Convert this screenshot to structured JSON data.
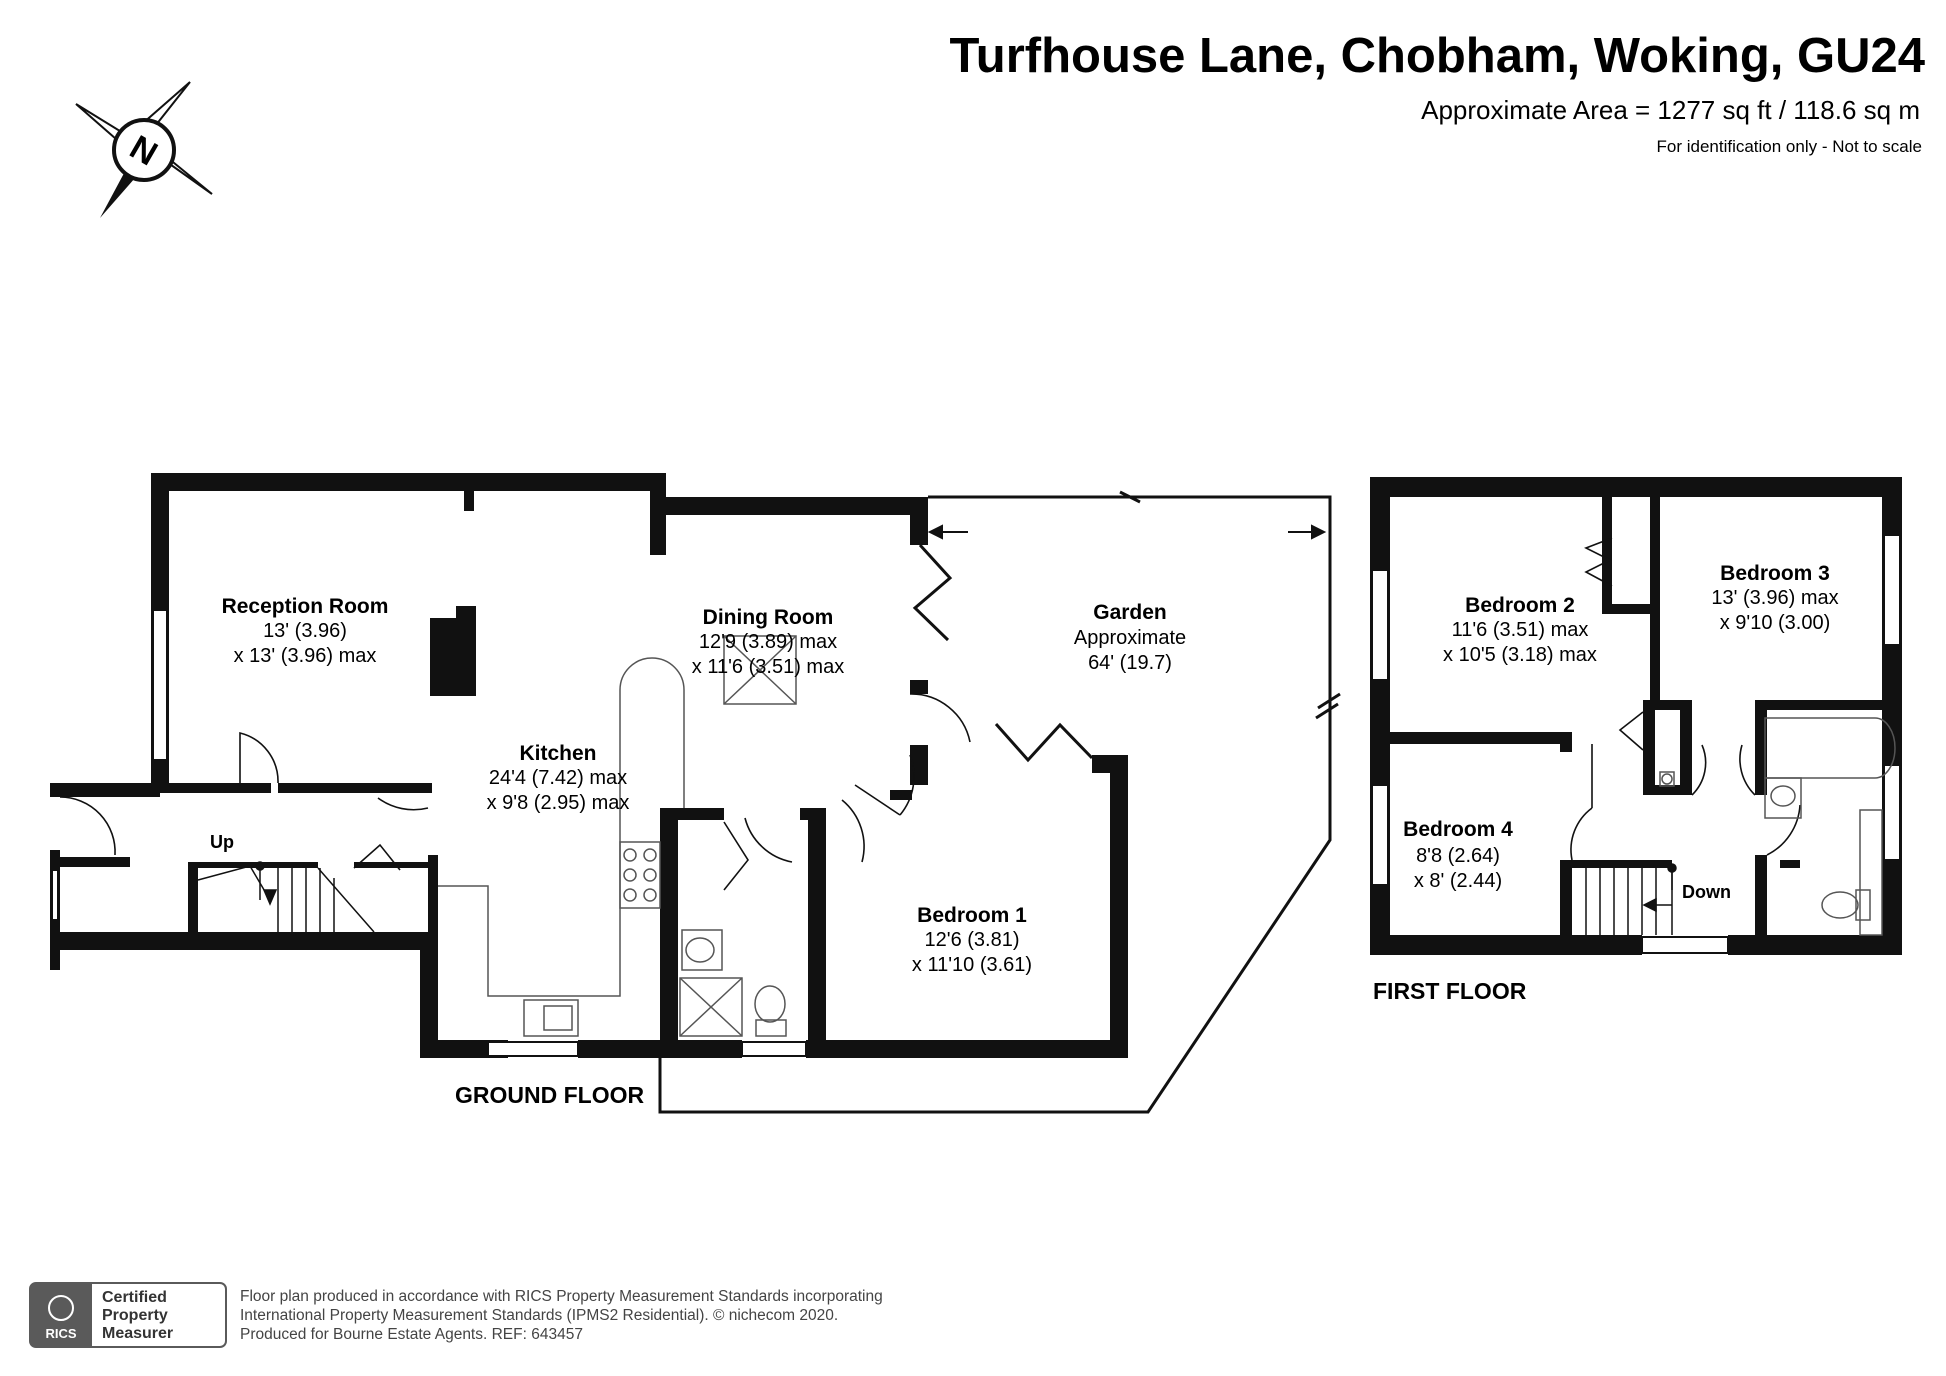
{
  "header": {
    "title": "Turfhouse Lane, Chobham, Woking, GU24",
    "area": "Approximate Area = 1277 sq ft / 118.6 sq m",
    "disclaimer": "For identification only - Not to scale"
  },
  "compass": {
    "label": "N",
    "icon": "compass-icon"
  },
  "ground_floor": {
    "label": "GROUND FLOOR",
    "rooms": [
      {
        "name": "Reception Room",
        "dim1": "13' (3.96)",
        "dim2": "x 13' (3.96) max"
      },
      {
        "name": "Dining Room",
        "dim1": "12'9 (3.89) max",
        "dim2": "x 11'6 (3.51) max"
      },
      {
        "name": "Garden",
        "dim1": "Approximate",
        "dim2": "64' (19.7)"
      },
      {
        "name": "Kitchen",
        "dim1": "24'4 (7.42) max",
        "dim2": "x 9'8 (2.95) max"
      },
      {
        "name": "Bedroom 1",
        "dim1": "12'6 (3.81)",
        "dim2": "x 11'10 (3.61)"
      }
    ],
    "stairs_label": "Up"
  },
  "first_floor": {
    "label": "FIRST FLOOR",
    "rooms": [
      {
        "name": "Bedroom 2",
        "dim1": "11'6 (3.51) max",
        "dim2": "x 10'5 (3.18) max"
      },
      {
        "name": "Bedroom 3",
        "dim1": "13' (3.96) max",
        "dim2": "x 9'10 (3.00)"
      },
      {
        "name": "Bedroom 4",
        "dim1": "8'8 (2.64)",
        "dim2": "x 8' (2.44)"
      }
    ],
    "stairs_label": "Down"
  },
  "footer": {
    "badge_line1": "Certified",
    "badge_line2": "Property",
    "badge_line3": "Measurer",
    "rics": "RICS",
    "line1": "Floor plan produced in accordance with RICS Property Measurement Standards incorporating",
    "line2": "International Property Measurement Standards (IPMS2 Residential).   ©  nichecom 2020.",
    "line3": "Produced for Bourne Estate Agents.    REF:  643457"
  },
  "colors": {
    "wall": "#111111",
    "fixture": "#555555",
    "badge": "#5a5a5a"
  }
}
